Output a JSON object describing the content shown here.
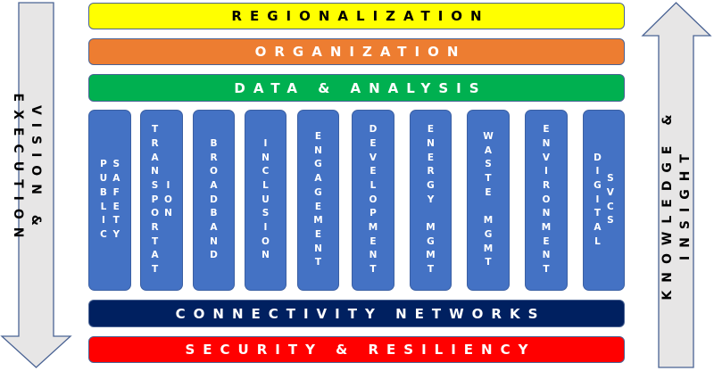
{
  "layers": {
    "regionalization": {
      "label": "REGIONALIZATION",
      "color": "#ffff00",
      "text_color": "#000000"
    },
    "organization": {
      "label": "ORGANIZATION",
      "color": "#ed7d31",
      "text_color": "#ffffff"
    },
    "data_analysis": {
      "label": "DATA & ANALYSIS",
      "color": "#00b050",
      "text_color": "#ffffff"
    },
    "connectivity": {
      "label": "CONNECTIVITY NETWORKS",
      "color": "#002060",
      "text_color": "#ffffff"
    },
    "security": {
      "label": "SECURITY & RESILIENCY",
      "color": "#ff0000",
      "text_color": "#ffffff"
    }
  },
  "pillars": [
    {
      "label": "PUBLIC SAFETY",
      "lines": [
        "PUBLIC",
        "SAFETY"
      ]
    },
    {
      "label": "TRANSPORTATION",
      "lines": [
        "TRANSPORTAT",
        "ION"
      ]
    },
    {
      "label": "BROADBAND",
      "lines": [
        "BROADBAND"
      ]
    },
    {
      "label": "INCLUSION",
      "lines": [
        "INCLUSION"
      ]
    },
    {
      "label": "ENGAGEMENT",
      "lines": [
        "ENGAGEMENT"
      ]
    },
    {
      "label": "DEVELOPMENT",
      "lines": [
        "DEVELOPMENT"
      ]
    },
    {
      "label": "ENERGY MGMT",
      "lines": [
        "ENERGY MGMT"
      ]
    },
    {
      "label": "WASTE MGMT",
      "lines": [
        "WASTE MGMT"
      ]
    },
    {
      "label": "ENVIRONMENT",
      "lines": [
        "ENVIRONMENT"
      ]
    },
    {
      "label": "DIGITAL SVCS",
      "lines": [
        "DIGITAL",
        "SVCS"
      ]
    }
  ],
  "pillar_color": "#4472c4",
  "arrows": {
    "left": {
      "direction": "down",
      "line1": "VISION &",
      "line2": "EXECUTION",
      "fill": "#e7e6e6",
      "stroke": "#4a6394"
    },
    "right": {
      "direction": "up",
      "line1": "KNOWLEDGE &",
      "line2": "INSIGHT",
      "fill": "#e7e6e6",
      "stroke": "#4a6394"
    }
  }
}
